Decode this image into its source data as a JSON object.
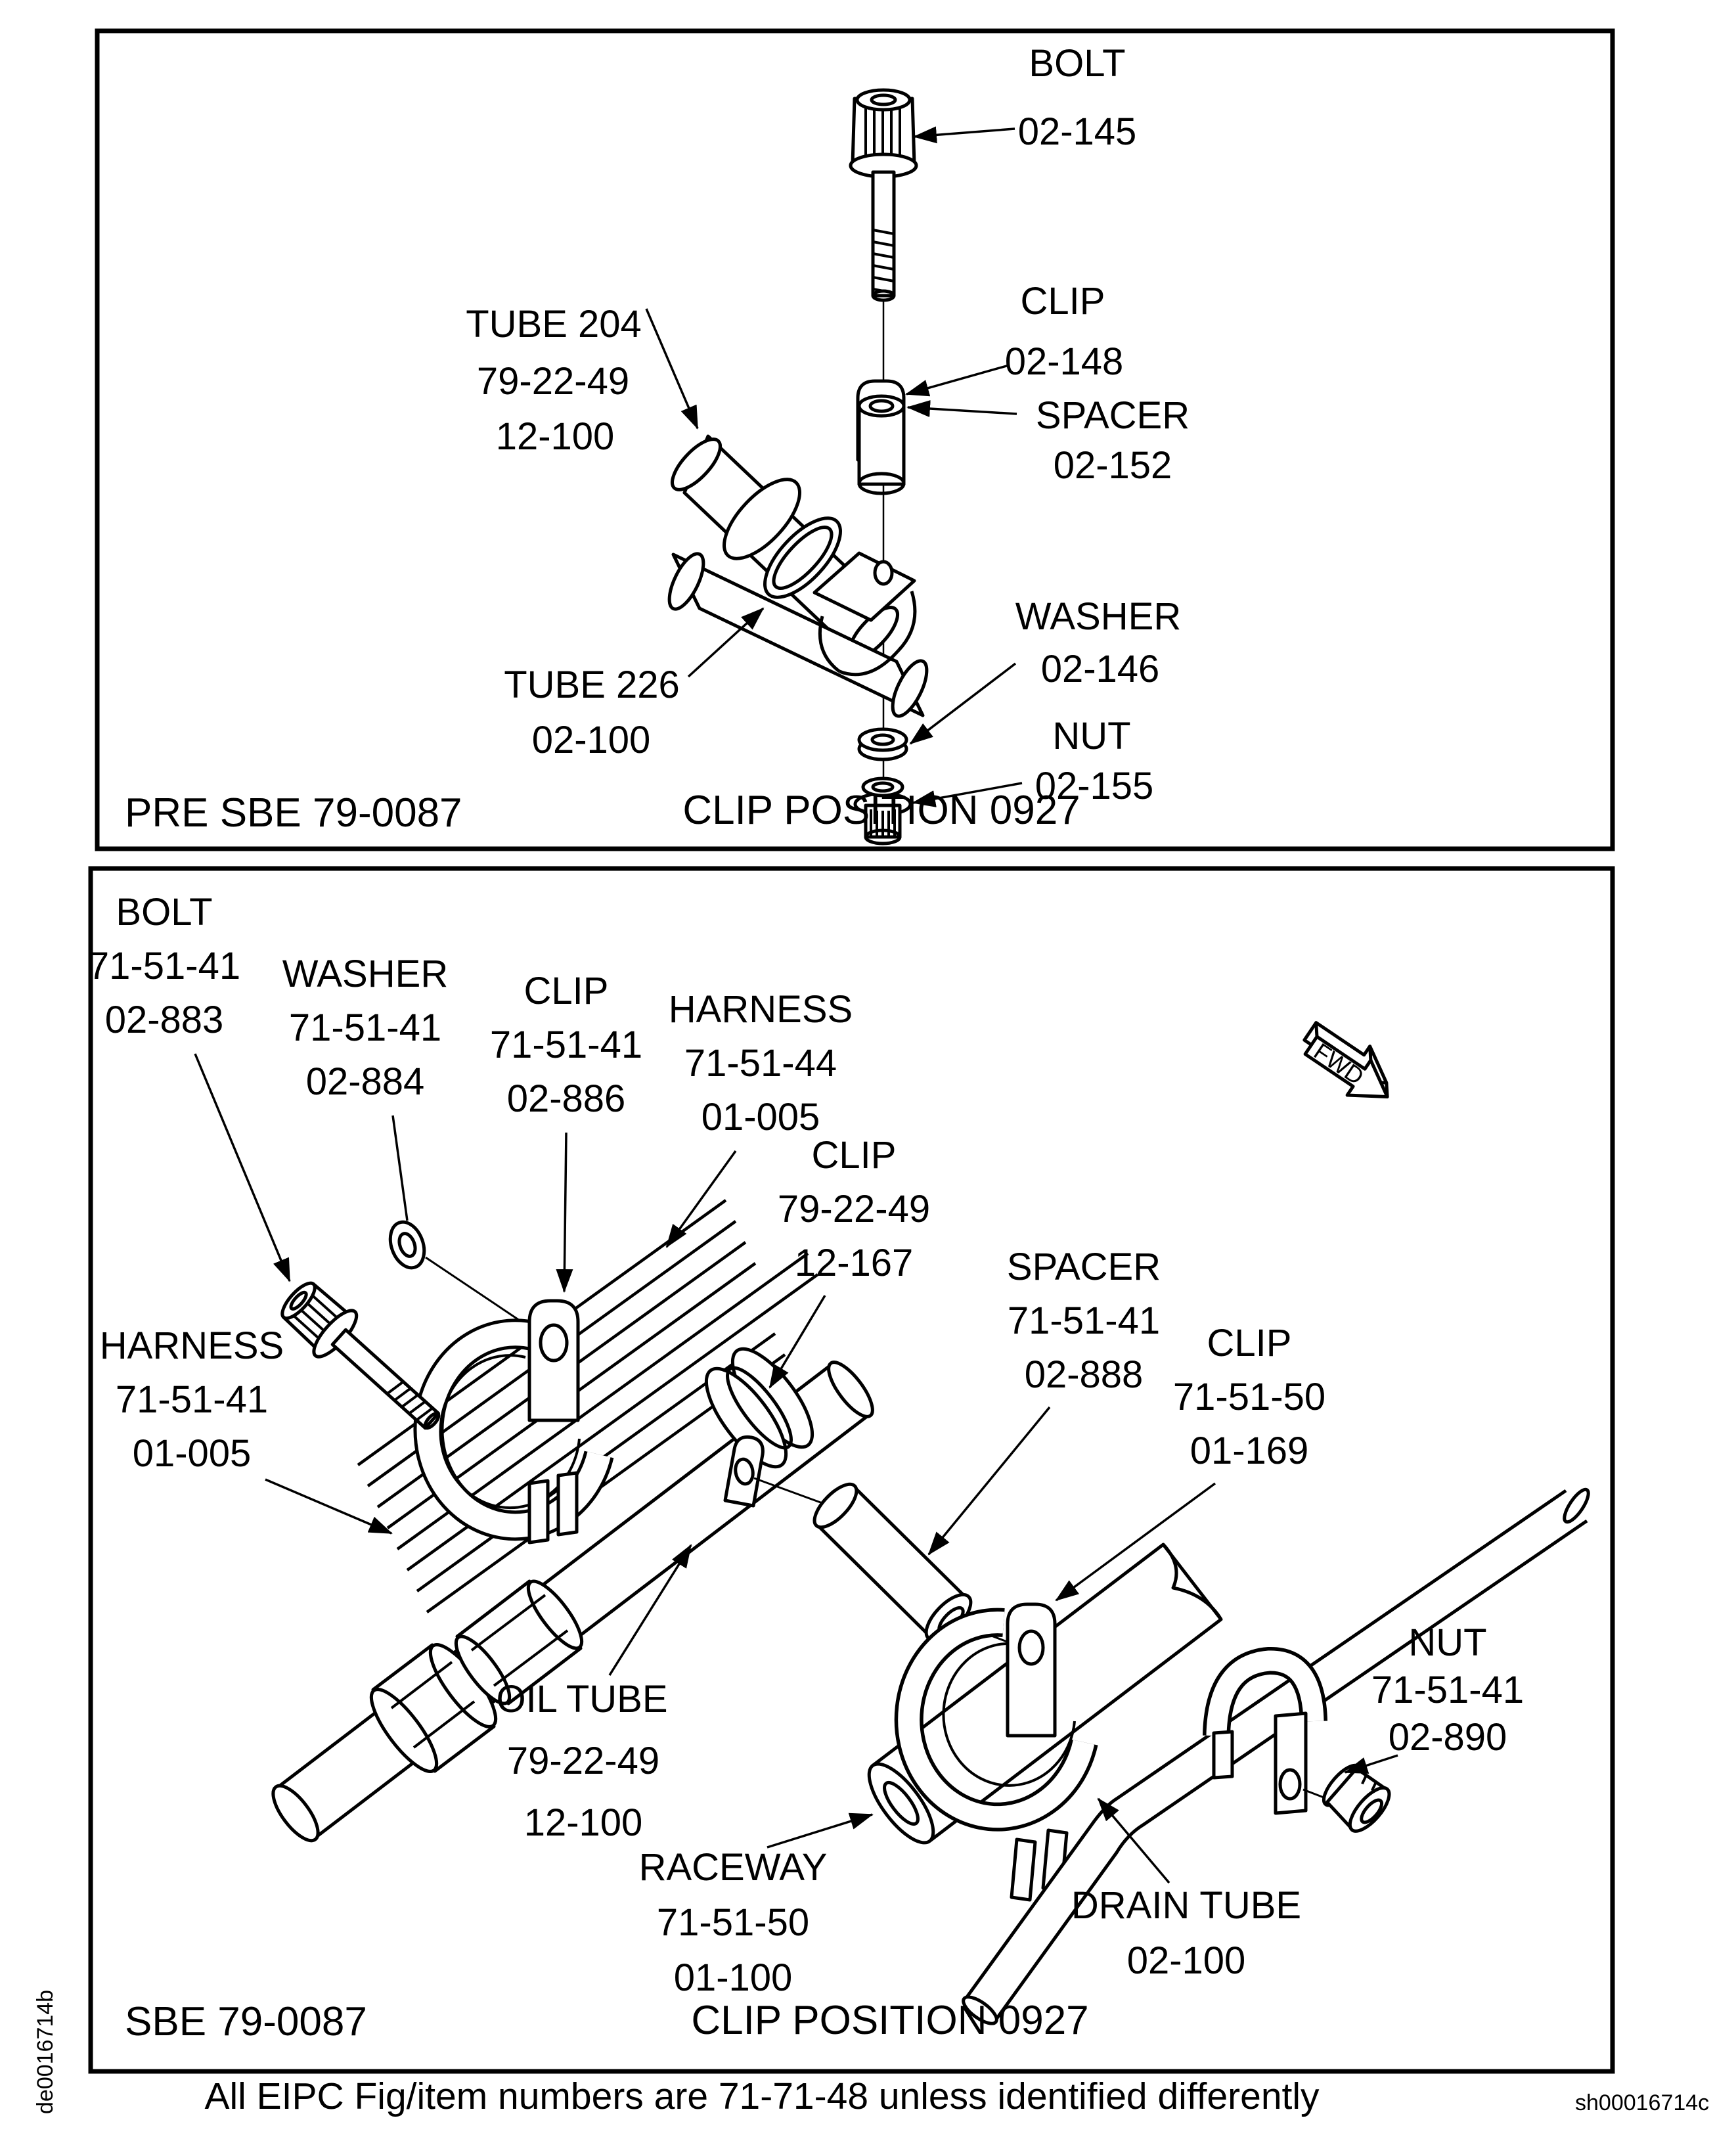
{
  "page": {
    "footer_note": "All EIPC Fig/item numbers are 71-71-48 unless identified differently",
    "sheet_code": "sh00016714c",
    "edge_code": "de0016714b"
  },
  "panel_pre": {
    "caption": "PRE SBE 79-0087",
    "clip_position": "CLIP POSITION 0927",
    "parts": {
      "bolt": {
        "name": "BOLT",
        "l2": "02-145"
      },
      "clip": {
        "name": "CLIP",
        "l2": "02-148"
      },
      "tube204": {
        "name": "TUBE 204",
        "l2": "79-22-49",
        "l3": "12-100"
      },
      "spacer": {
        "name": "SPACER",
        "l2": "02-152"
      },
      "tube226": {
        "name": "TUBE 226",
        "l2": "02-100"
      },
      "washer": {
        "name": "WASHER",
        "l2": "02-146"
      },
      "nut": {
        "name": "NUT",
        "l2": "02-155"
      }
    }
  },
  "panel_sbe": {
    "caption": "SBE 79-0087",
    "clip_position": "CLIP POSITION 0927",
    "fwd": "FWD",
    "parts": {
      "bolt": {
        "name": "BOLT",
        "l2": "71-51-41",
        "l3": "02-883"
      },
      "washer": {
        "name": "WASHER",
        "l2": "71-51-41",
        "l3": "02-884"
      },
      "clip_886": {
        "name": "CLIP",
        "l2": "71-51-41",
        "l3": "02-886"
      },
      "harness_44": {
        "name": "HARNESS",
        "l2": "71-51-44",
        "l3": "01-005"
      },
      "clip_167": {
        "name": "CLIP",
        "l2": "79-22-49",
        "l3": "12-167"
      },
      "spacer": {
        "name": "SPACER",
        "l2": "71-51-41",
        "l3": "02-888"
      },
      "clip_169": {
        "name": "CLIP",
        "l2": "71-51-50",
        "l3": "01-169"
      },
      "harness_41": {
        "name": "HARNESS",
        "l2": "71-51-41",
        "l3": "01-005"
      },
      "oil_tube": {
        "name": "OIL TUBE",
        "l2": "79-22-49",
        "l3": "12-100"
      },
      "raceway": {
        "name": "RACEWAY",
        "l2": "71-51-50",
        "l3": "01-100"
      },
      "drain_tube": {
        "name": "DRAIN TUBE",
        "l2": "02-100"
      },
      "nut": {
        "name": "NUT",
        "l2": "71-51-41",
        "l3": "02-890"
      }
    }
  }
}
